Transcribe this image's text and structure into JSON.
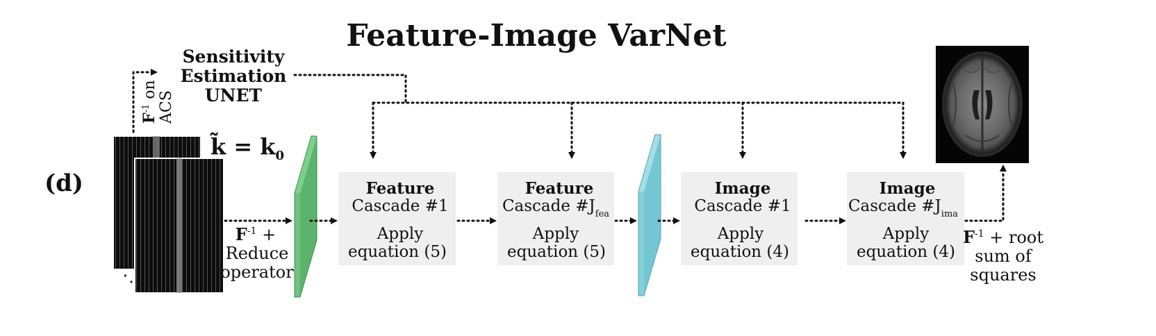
{
  "title": "Feature-Image VarNet",
  "panel_label": "(d)",
  "sensitivity_unet": {
    "line1": "Sensitivity",
    "line2": "Estimation",
    "line3": "UNET"
  },
  "acs_label": {
    "op": "F",
    "sup": "-1",
    "on": " on",
    "acs": "ACS"
  },
  "kspace_label": {
    "k_tilde": "k̃",
    "equals": " = ",
    "k": "k",
    "sub": "0"
  },
  "stack_ellipsis": "⋱",
  "reduce_label": {
    "op": "F",
    "sup": "-1",
    "plus": " +",
    "line2": "Reduce",
    "line3": "operator"
  },
  "cascades": [
    {
      "title1": "Feature",
      "title2": "Cascade #1",
      "title2_sub": "",
      "desc1": "Apply",
      "desc2": "equation (5)"
    },
    {
      "title1": "Feature",
      "title2": "Cascade #J",
      "title2_sub": "fea",
      "desc1": "Apply",
      "desc2": "equation (5)"
    },
    {
      "title1": "Image",
      "title2": "Cascade #1",
      "title2_sub": "",
      "desc1": "Apply",
      "desc2": "equation (4)"
    },
    {
      "title1": "Image",
      "title2": "Cascade #J",
      "title2_sub": "ima",
      "desc1": "Apply",
      "desc2": "equation (4)"
    }
  ],
  "output_label": {
    "op": "F",
    "sup": "-1",
    "rest": " + root",
    "line2": "sum of",
    "line3": "squares"
  },
  "colors": {
    "feature_prism": "#5cb46c",
    "image_prism": "#73c7d3",
    "cascade_box": "#efefef",
    "text": "#111111"
  }
}
